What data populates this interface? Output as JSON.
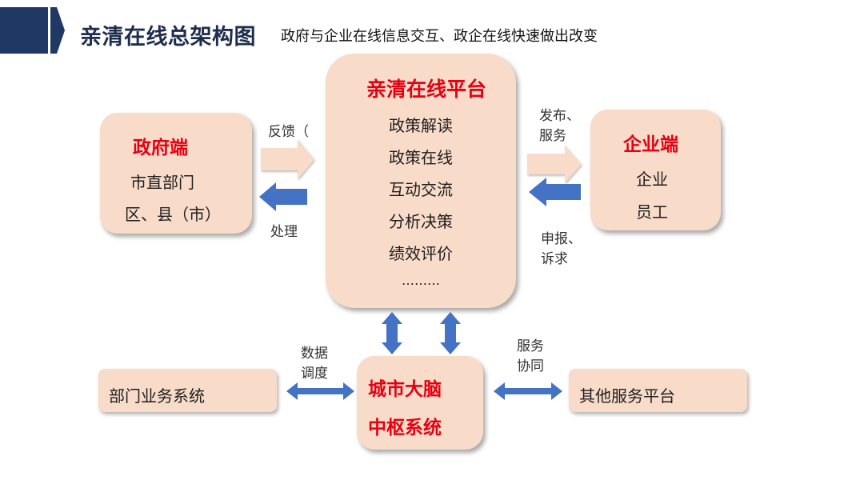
{
  "header": {
    "title": "亲清在线总架构图",
    "subtitle": "政府与企业在线信息交互、政企在线快速做出改变",
    "colors": {
      "stripe": "#1f3864",
      "title": "#1f2d4d"
    }
  },
  "platform": {
    "title": "亲清在线平台",
    "items": [
      "政策解读",
      "政策在线",
      "互动交流",
      "分析决策",
      "绩效评价",
      "………"
    ]
  },
  "government": {
    "title": "政府端",
    "items": [
      "市直部门",
      "区、县（市）"
    ]
  },
  "enterprise": {
    "title": "企业端",
    "items": [
      "企业",
      "员工"
    ]
  },
  "city_brain": {
    "lines": [
      "城市大脑",
      "中枢系统"
    ]
  },
  "department_systems": {
    "label": "部门业务系统"
  },
  "other_platforms": {
    "label": "其他服务平台"
  },
  "connectors": {
    "feedback": "反馈（",
    "process": "处理",
    "publish": [
      "发布、",
      "服务"
    ],
    "report": [
      "申报、",
      "诉求"
    ],
    "data_dispatch": [
      "数据",
      "调度"
    ],
    "service_coop": [
      "服务",
      "协同"
    ]
  },
  "colors": {
    "box_fill": "#f8dbc9",
    "accent_red": "#e60012",
    "arrow_blue": "#4472c4",
    "arrow_peach": "#f8dbc9"
  }
}
